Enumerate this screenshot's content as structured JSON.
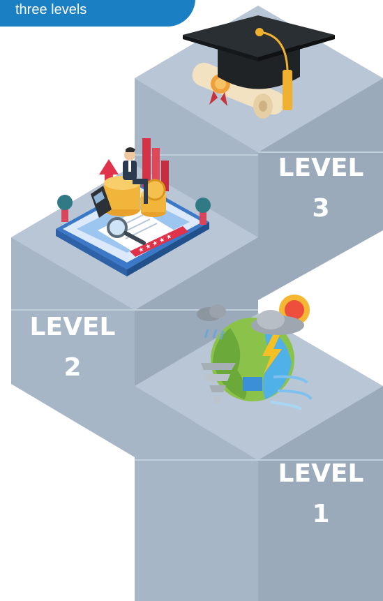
{
  "header": {
    "tag_text": "three levels"
  },
  "levels": [
    {
      "label": "LEVEL",
      "number": "1",
      "icon": "planet-weather-icon"
    },
    {
      "label": "LEVEL",
      "number": "2",
      "icon": "finance-growth-icon"
    },
    {
      "label": "LEVEL",
      "number": "3",
      "icon": "graduation-cap-icon"
    }
  ],
  "colors": {
    "accent": "#1b7fc4",
    "block_top": "#b8c6d5",
    "block_front": "#a7b6c7",
    "block_side": "#98a8b9",
    "label_text": "#ffffff"
  }
}
